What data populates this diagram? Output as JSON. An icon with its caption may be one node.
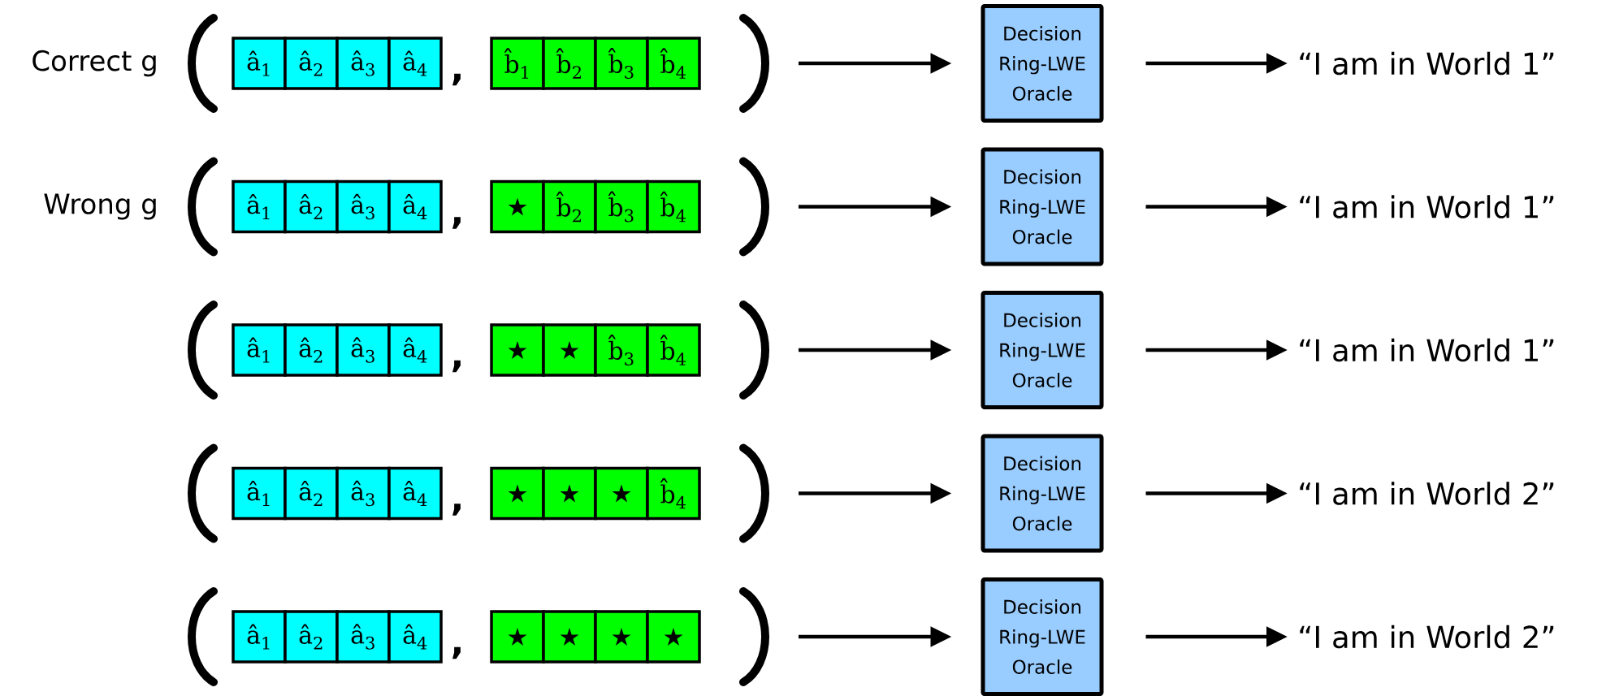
{
  "diagram": {
    "nodes": [
      {
        "text": [],
        "shape": "parentheses",
        "beside": [
          "Correct g"
        ]
      },
      {
        "text": [
          "â$_{1}$"
        ],
        "in": 0
      },
      {
        "text": [
          "â$_{2}$"
        ],
        "in": 0
      },
      {
        "text": [
          "â$_{3}$"
        ],
        "in": 0
      },
      {
        "text": [
          "â$_{4}$"
        ],
        "in": 0
      },
      {
        "text": [
          "b̂$_{1}$"
        ],
        "in": 0
      },
      {
        "text": [
          "b̂$_{2}$"
        ],
        "in": 0
      },
      {
        "text": [
          "b̂$_{3}$"
        ],
        "in": 0
      },
      {
        "text": [
          "b̂$_{4}$"
        ],
        "in": 0
      },
      {
        "text": [
          "Decision Ring-LWE Oracle"
        ]
      },
      {
        "text": [
          "“I am in World 1”"
        ]
      },
      {
        "text": [],
        "shape": "parentheses",
        "beside": [
          "Wrong g"
        ]
      },
      {
        "text": [
          "â$_{1}$"
        ],
        "in": 11
      },
      {
        "text": [
          "â$_{2}$"
        ],
        "in": 11
      },
      {
        "text": [
          "â$_{3}$"
        ],
        "in": 11
      },
      {
        "text": [
          "â$_{4}$"
        ],
        "in": 11
      },
      {
        "text": [
          "★"
        ],
        "in": 11
      },
      {
        "text": [
          "b̂$_{2}$"
        ],
        "in": 11
      },
      {
        "text": [
          "b̂$_{3}$"
        ],
        "in": 11
      },
      {
        "text": [
          "b̂$_{4}$"
        ],
        "in": 11
      },
      {
        "text": [
          "Decision Ring-LWE Oracle"
        ]
      },
      {
        "text": [
          "“I am in World 1”"
        ]
      },
      {
        "text": [],
        "shape": "parentheses"
      },
      {
        "text": [
          "â$_{1}$"
        ],
        "in": 22
      },
      {
        "text": [
          "â$_{2}$"
        ],
        "in": 22
      },
      {
        "text": [
          "â$_{3}$"
        ],
        "in": 22
      },
      {
        "text": [
          "â$_{4}$"
        ],
        "in": 22
      },
      {
        "text": [
          "★"
        ],
        "in": 22
      },
      {
        "text": [
          "★"
        ],
        "in": 22
      },
      {
        "text": [
          "b̂$_{3}$"
        ],
        "in": 22
      },
      {
        "text": [
          "b̂$_{4}$"
        ],
        "in": 22
      },
      {
        "text": [
          "Decision Ring-LWE Oracle"
        ]
      },
      {
        "text": [
          "“I am in World 1”"
        ]
      },
      {
        "text": [],
        "shape": "parentheses"
      },
      {
        "text": [
          "â$_{1}$"
        ],
        "in": 33
      },
      {
        "text": [
          "â$_{2}$"
        ],
        "in": 33
      },
      {
        "text": [
          "â$_{3}$"
        ],
        "in": 33
      },
      {
        "text": [
          "â$_{4}$"
        ],
        "in": 33
      },
      {
        "text": [
          "★"
        ],
        "in": 33
      },
      {
        "text": [
          "★"
        ],
        "in": 33
      },
      {
        "text": [
          "★"
        ],
        "in": 33
      },
      {
        "text": [
          "b̂$_{4}$"
        ],
        "in": 33
      },
      {
        "text": [
          "Decision Ring-LWE Oracle"
        ]
      },
      {
        "text": [
          "“I am in World 2”"
        ]
      },
      {
        "text": [],
        "shape": "parentheses"
      },
      {
        "text": [
          "â$_{1}$"
        ],
        "in": 44
      },
      {
        "text": [
          "â$_{2}$"
        ],
        "in": 44
      },
      {
        "text": [
          "â$_{3}$"
        ],
        "in": 44
      },
      {
        "text": [
          "â$_{4}$"
        ],
        "in": 44
      },
      {
        "text": [
          "★"
        ],
        "in": 44
      },
      {
        "text": [
          "★"
        ],
        "in": 44
      },
      {
        "text": [
          "★"
        ],
        "in": 44
      },
      {
        "text": [
          "★"
        ],
        "in": 44
      },
      {
        "text": [
          "Decision Ring-LWE Oracle"
        ]
      },
      {
        "text": [
          "“I am in World 2”"
        ]
      }
    ],
    "edges": [
      {
        "from": 0,
        "to": 9,
        "arrow": "to"
      },
      {
        "from": 9,
        "to": 10,
        "arrow": "to"
      },
      {
        "from": 11,
        "to": 20,
        "arrow": "to"
      },
      {
        "from": 20,
        "to": 21,
        "arrow": "to"
      },
      {
        "from": 22,
        "to": 31,
        "arrow": "to"
      },
      {
        "from": 31,
        "to": 32,
        "arrow": "to"
      },
      {
        "from": 33,
        "to": 42,
        "arrow": "to"
      },
      {
        "from": 42,
        "to": 43,
        "arrow": "to"
      },
      {
        "from": 44,
        "to": 53,
        "arrow": "to"
      },
      {
        "from": 53,
        "to": 54,
        "arrow": "to"
      }
    ],
    "labels": [
      ",",
      ",",
      ",",
      ",",
      ","
    ]
  }
}
